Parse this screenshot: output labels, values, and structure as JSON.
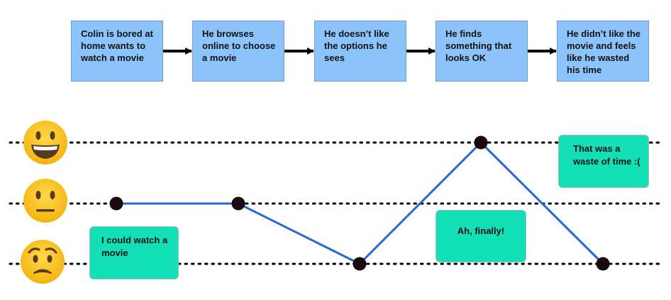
{
  "steps": [
    {
      "label": "Colin is bored at home wants to watch a movie"
    },
    {
      "label": "He browses online to choose a movie"
    },
    {
      "label": "He doesn’t like the options he sees"
    },
    {
      "label": "He finds something that looks OK"
    },
    {
      "label": "He didn’t like the movie and feels like he wasted his time"
    }
  ],
  "notes": [
    {
      "text": "I could watch a movie"
    },
    {
      "text": "Ah, finally!"
    },
    {
      "text": "That was a waste of time :("
    }
  ],
  "mood_levels": [
    "happy",
    "neutral",
    "worried"
  ],
  "mood_journey": [
    "neutral",
    "neutral",
    "worried",
    "happy",
    "worried"
  ],
  "colors": {
    "step_box": "#8dc3fb",
    "note": "#14e0b8",
    "journey_line": "#2467d8",
    "emoji": "#fcc21b"
  }
}
